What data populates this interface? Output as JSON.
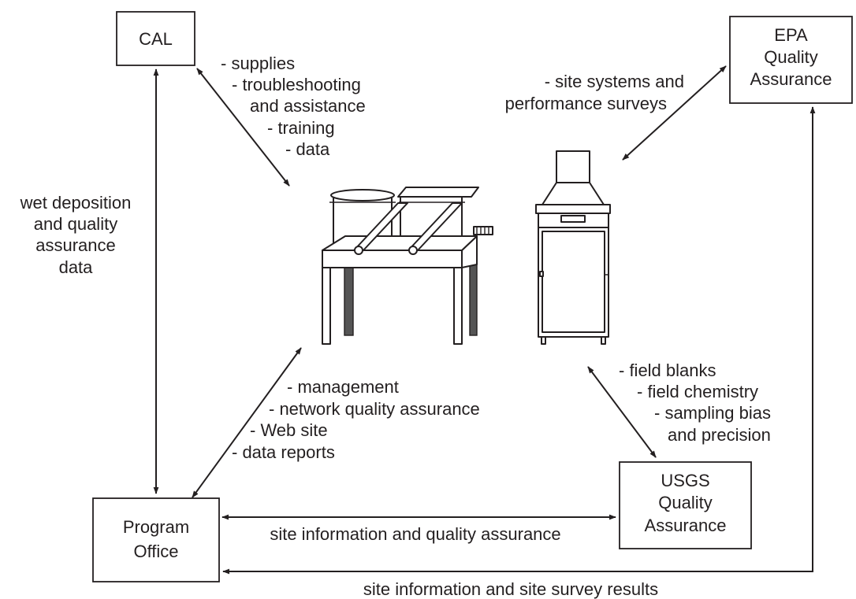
{
  "nodes": {
    "cal": "CAL",
    "epa": [
      "EPA",
      "Quality",
      "Assurance"
    ],
    "usgs": [
      "USGS",
      "Quality",
      "Assurance"
    ],
    "program_office": [
      "Program",
      "Office"
    ]
  },
  "edges": {
    "cal_to_equipment": [
      "- supplies",
      "- troubleshooting",
      "and assistance",
      "- training",
      "- data"
    ],
    "epa_to_equipment": [
      "- site systems and",
      "performance surveys"
    ],
    "cal_to_program_office": [
      "wet deposition",
      "and quality",
      "assurance",
      "data"
    ],
    "program_office_to_equipment": [
      "- management",
      "- network quality assurance",
      "- Web site",
      "- data reports"
    ],
    "usgs_to_equipment": [
      "- field blanks",
      "- field chemistry",
      "- sampling bias",
      "and precision"
    ],
    "program_office_to_usgs": "site information and quality assurance",
    "epa_to_program_office": "site information and site survey results"
  }
}
